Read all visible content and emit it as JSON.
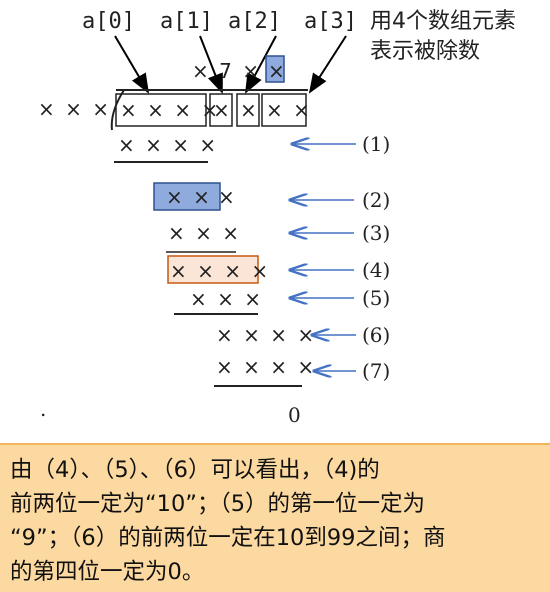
{
  "array_labels": [
    "a[0]",
    "a[1]",
    "a[2]",
    "a[3]"
  ],
  "caption_line1": "用4个数组元素",
  "caption_line2": "表示被除数",
  "quotient_row": "× 7 ×",
  "quotient_last": "×",
  "divisor": "× × ×",
  "dividend_first": "× × × ×",
  "dividend_second": "×",
  "dividend_third": "×",
  "dividend_fourth": "× ×",
  "rows": [
    {
      "marks": "× × × ×",
      "label": "(1)"
    },
    {
      "marks": "× ×",
      "extra": "×",
      "label": "(2)"
    },
    {
      "marks": "× × ×",
      "label": "(3)"
    },
    {
      "marks": "× × × ×",
      "label": "(4)"
    },
    {
      "marks": "× × ×",
      "label": "(5)"
    },
    {
      "marks": "× × × ×",
      "label": "(6)"
    },
    {
      "marks": "× × × ×",
      "label": "(7)"
    }
  ],
  "final_remainder": "0",
  "stray_dot": ".",
  "note": {
    "line1": "由（4）、（5）、（6）可以看出，（4)的",
    "line2": "前两位一定为“10”；（5）的第一位一定为",
    "line3": "“9”；（6）的前两位一定在10到99之间；商",
    "line4": "的第四位一定为0。"
  },
  "colors": {
    "blue_box_fill": "#8faadc",
    "blue_box_stroke": "#2f528f",
    "orange_box_fill": "#fbe5d6",
    "orange_box_stroke": "#c55a11",
    "arrow": "#4472c4",
    "note_bg": "#fcd9a0"
  }
}
